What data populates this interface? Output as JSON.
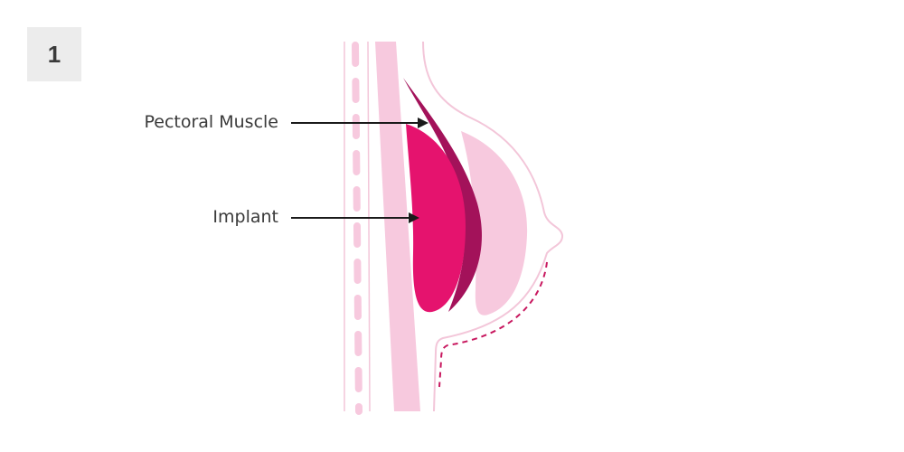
{
  "step": {
    "number": "1"
  },
  "labels": {
    "pectoral_muscle": "Pectoral Muscle",
    "implant": "Implant"
  },
  "colors": {
    "badge_bg": "#ececec",
    "text": "#3a3a3a",
    "implant": "#e5136e",
    "muscle": "#a3125a",
    "tissue_light": "#f7c9de",
    "outline": "#f3c6d9",
    "incision": "#c8185f",
    "arrow": "#1a1a1a"
  }
}
